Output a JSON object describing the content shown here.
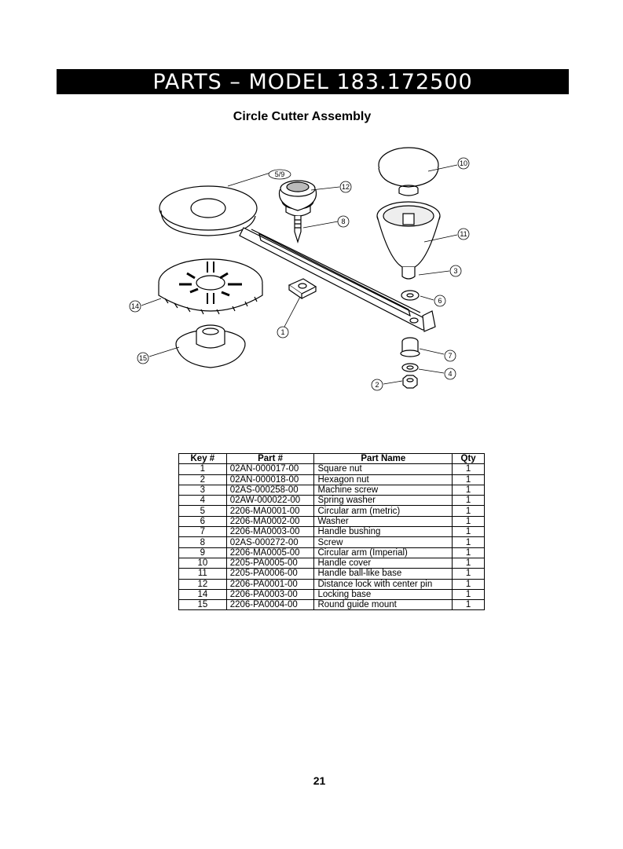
{
  "header": {
    "title": "PARTS – MODEL 183.172500"
  },
  "subtitle": "Circle Cutter Assembly",
  "diagram": {
    "callouts": [
      "5/9",
      "12",
      "8",
      "10",
      "11",
      "3",
      "6",
      "14",
      "1",
      "15",
      "7",
      "4",
      "2"
    ]
  },
  "table": {
    "columns": [
      "Key #",
      "Part #",
      "Part Name",
      "Qty"
    ],
    "rows": [
      [
        "1",
        "02AN-000017-00",
        "Square nut",
        "1"
      ],
      [
        "2",
        "02AN-000018-00",
        "Hexagon nut",
        "1"
      ],
      [
        "3",
        "02AS-000258-00",
        "Machine screw",
        "1"
      ],
      [
        "4",
        "02AW-000022-00",
        "Spring washer",
        "1"
      ],
      [
        "5",
        "2206-MA0001-00",
        "Circular arm (metric)",
        "1"
      ],
      [
        "6",
        "2206-MA0002-00",
        "Washer",
        "1"
      ],
      [
        "7",
        "2206-MA0003-00",
        "Handle bushing",
        "1"
      ],
      [
        "8",
        "02AS-000272-00",
        "Screw",
        "1"
      ],
      [
        "9",
        "2206-MA0005-00",
        "Circular arm (Imperial)",
        "1"
      ],
      [
        "10",
        "2205-PA0005-00",
        "Handle cover",
        "1"
      ],
      [
        "11",
        "2205-PA0006-00",
        "Handle ball-like base",
        "1"
      ],
      [
        "12",
        "2206-PA0001-00",
        "Distance lock with center pin",
        "1"
      ],
      [
        "14",
        "2206-PA0003-00",
        "Locking base",
        "1"
      ],
      [
        "15",
        "2206-PA0004-00",
        "Round guide mount",
        "1"
      ]
    ]
  },
  "page_number": "21"
}
